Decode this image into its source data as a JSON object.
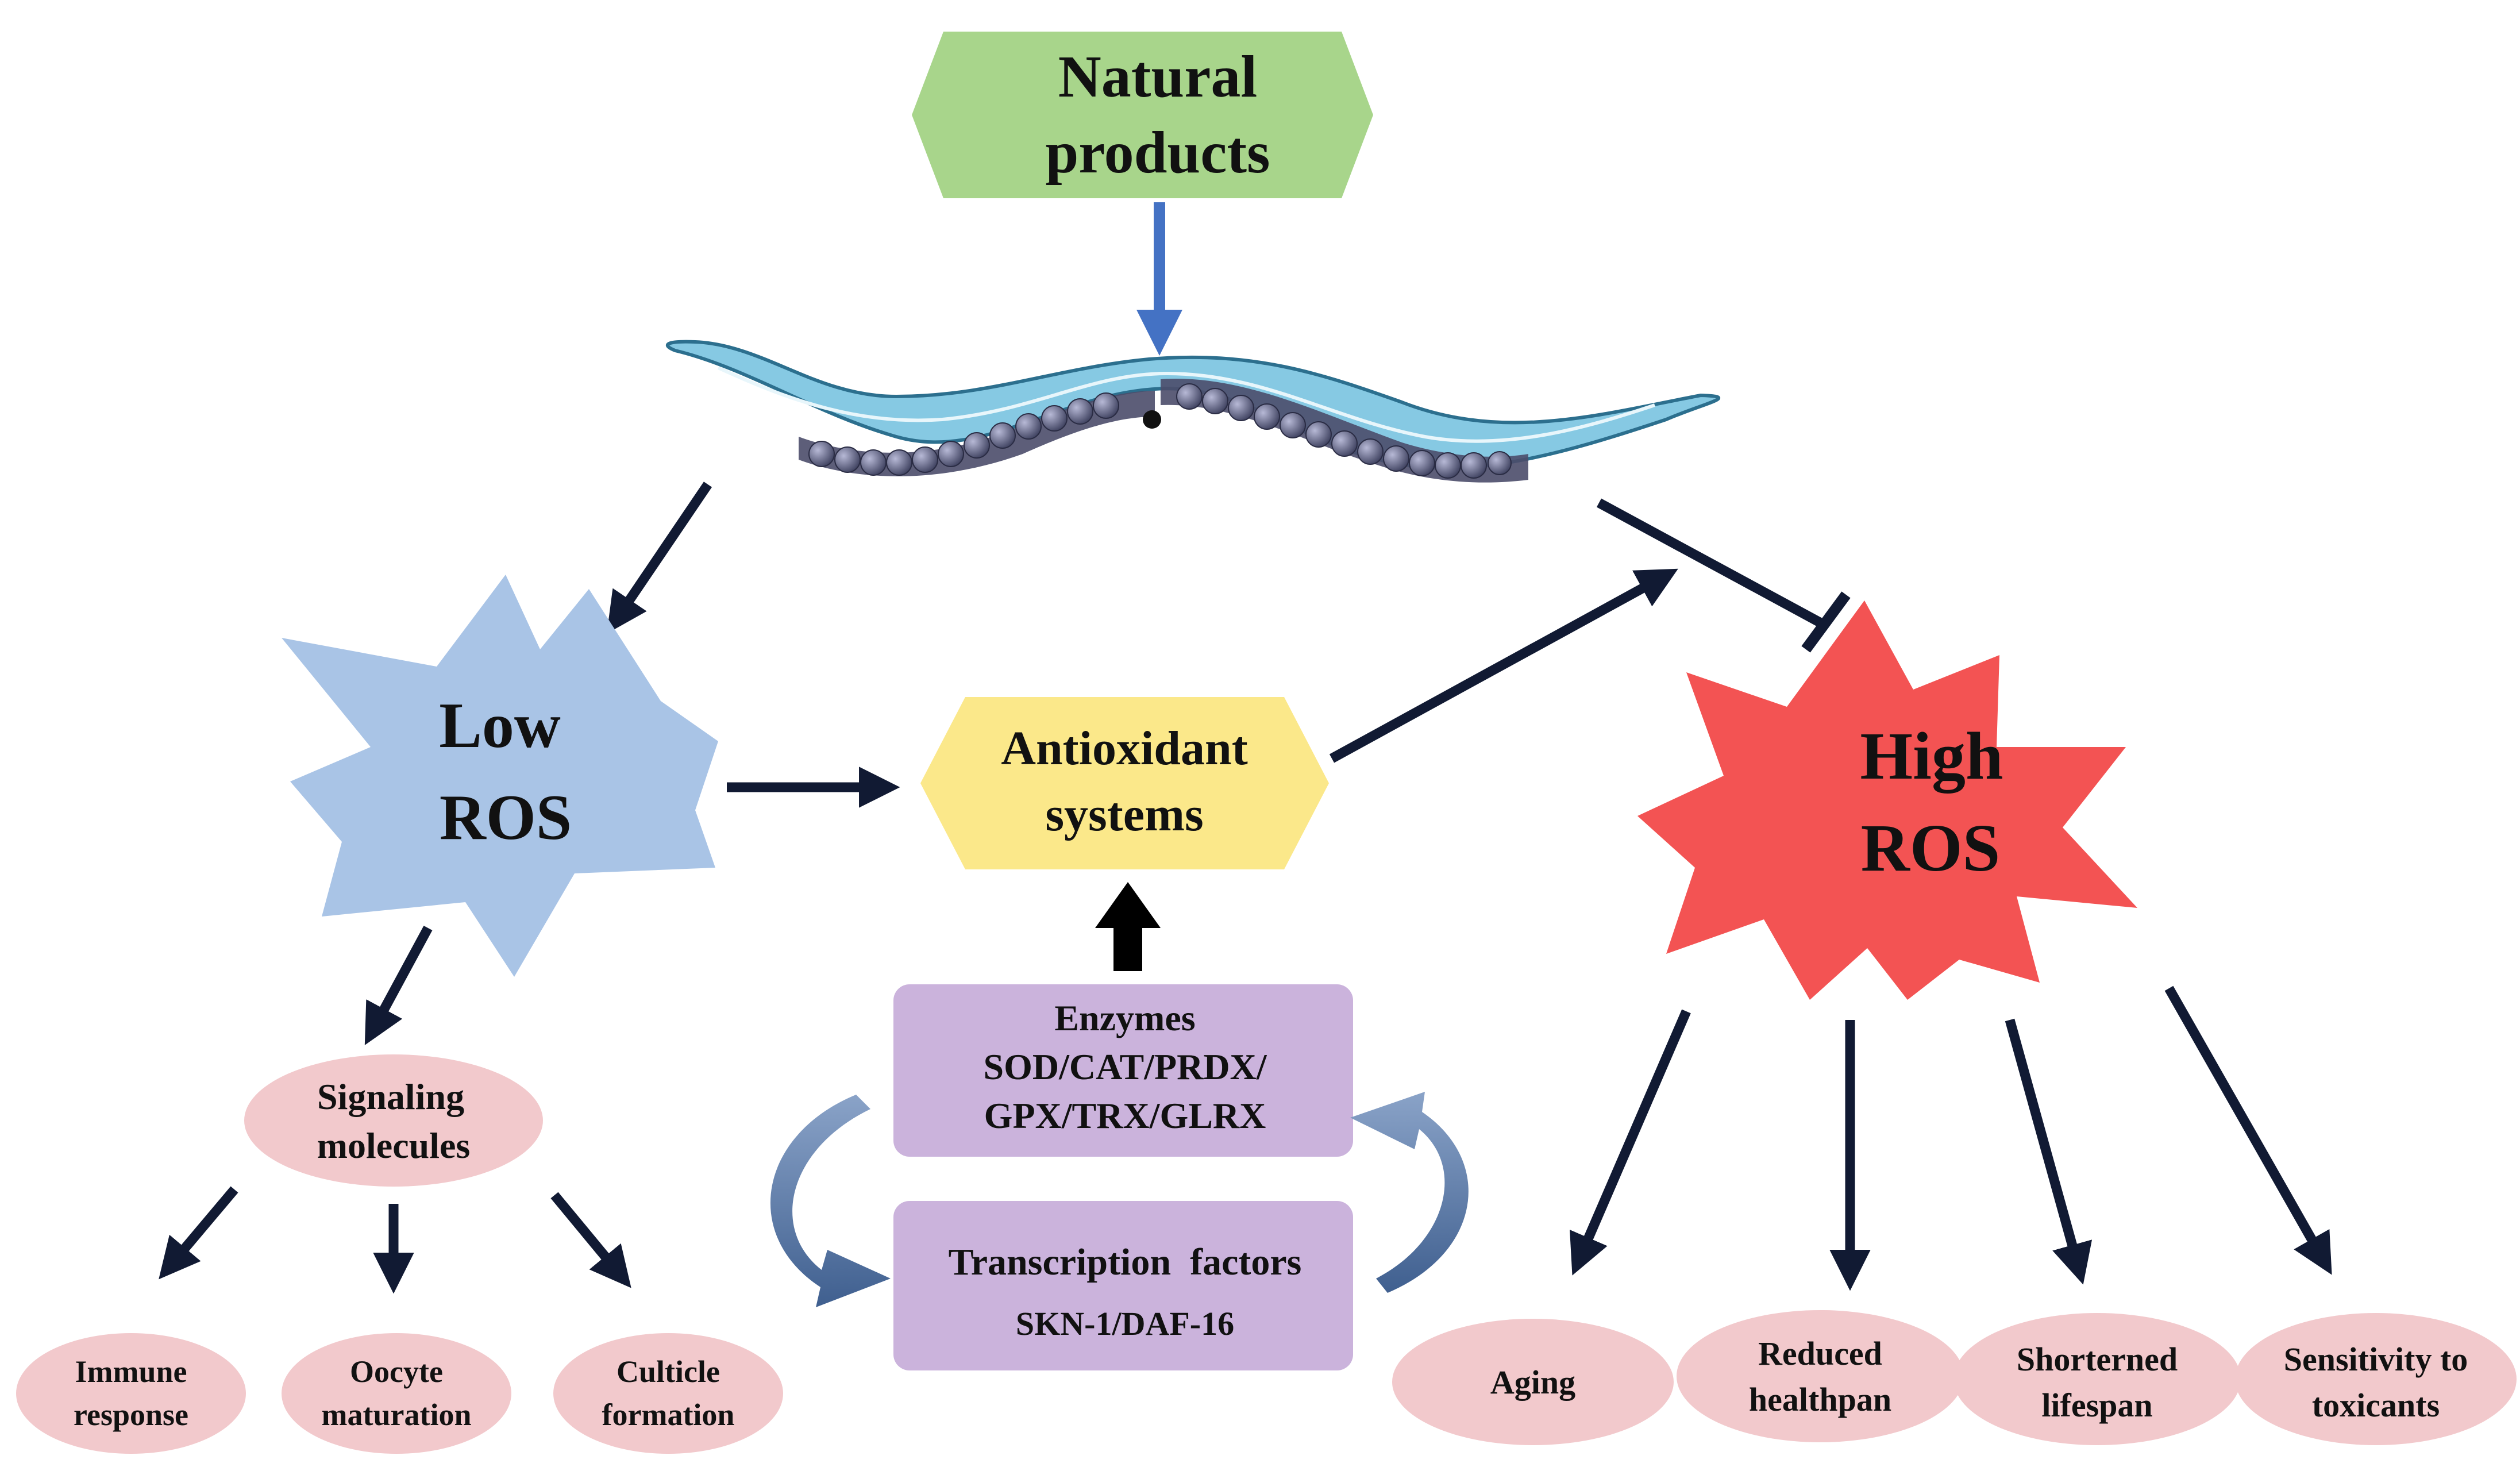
{
  "nodes": {
    "natural_products": {
      "line1": "Natural",
      "line2": "products",
      "color": "#a8d58b"
    },
    "low_ros": {
      "line1": "Low",
      "line2": "ROS",
      "color": "#a9c4e6"
    },
    "high_ros": {
      "line1": "High",
      "line2": "ROS",
      "color": "#f35353"
    },
    "antioxidant": {
      "line1": "Antioxidant",
      "line2": "systems",
      "color": "#fbe88a"
    },
    "enzymes": {
      "line1": "Enzymes",
      "line2": "SOD/CAT/PRDX/",
      "line3": "GPX/TRX/GLRX",
      "color": "#cbb3dc"
    },
    "transcription": {
      "line1": "Transcription  factors",
      "line2": "SKN-1/DAF-16",
      "color": "#cbb3dc"
    },
    "signaling": {
      "line1": "Signaling",
      "line2": "molecules",
      "color": "#f2c9cc"
    },
    "immune": {
      "line1": "Immune",
      "line2": "response"
    },
    "oocyte": {
      "line1": "Oocyte",
      "line2": "maturation"
    },
    "cuticle": {
      "line1": "Culticle",
      "line2": "formation"
    },
    "aging": {
      "line1": "Aging"
    },
    "healthspan": {
      "line1": "Reduced",
      "line2": "healthpan"
    },
    "lifespan": {
      "line1": "Shorterned",
      "line2": "lifespan"
    },
    "sensitivity": {
      "line1": "Sensitivity to",
      "line2": "toxicants"
    }
  },
  "colors": {
    "arrow": "#111a33",
    "blue_arrow": "#4472c4",
    "cycle_arrow": "#5b78a6",
    "worm_body": "#86c9e3",
    "worm_outline": "#2c6f8e",
    "worm_gut": "#4b4d6a",
    "pill_fill": "#f2c9cc"
  },
  "icons": [
    "worm-illustration",
    "blue-down-arrow",
    "inhibition-bar",
    "cycle-arrows"
  ]
}
